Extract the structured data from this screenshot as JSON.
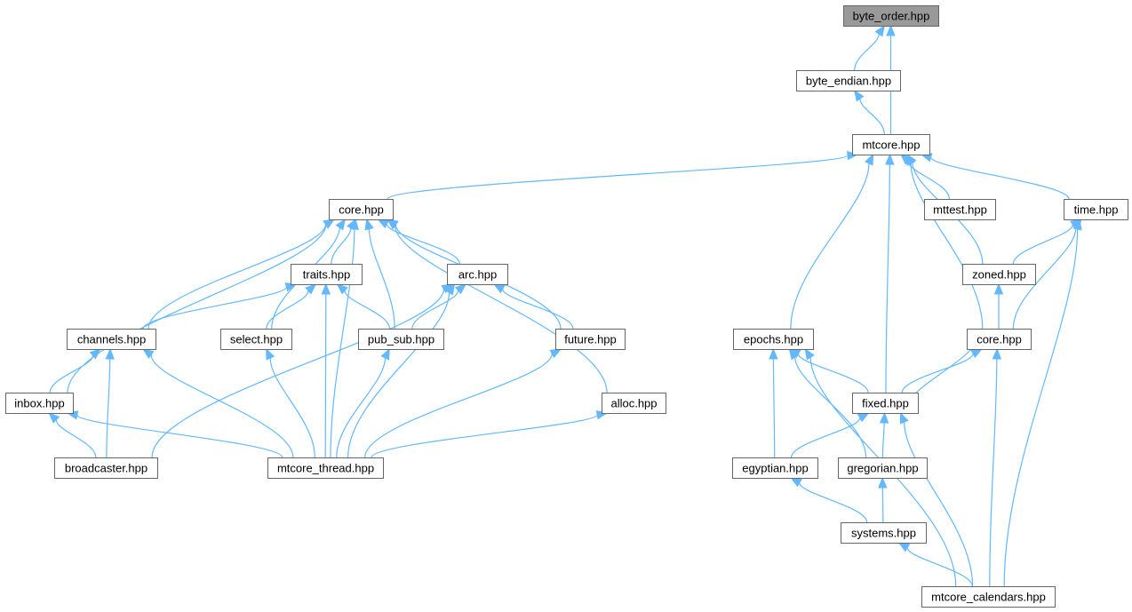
{
  "diagram": {
    "nodes": [
      {
        "id": "byte_order",
        "label": "byte_order.hpp",
        "highlighted": true
      },
      {
        "id": "byte_endian",
        "label": "byte_endian.hpp"
      },
      {
        "id": "mtcore",
        "label": "mtcore.hpp"
      },
      {
        "id": "core_thread",
        "label": "core.hpp"
      },
      {
        "id": "mttest",
        "label": "mttest.hpp"
      },
      {
        "id": "time",
        "label": "time.hpp"
      },
      {
        "id": "traits",
        "label": "traits.hpp"
      },
      {
        "id": "arc",
        "label": "arc.hpp"
      },
      {
        "id": "zoned",
        "label": "zoned.hpp"
      },
      {
        "id": "channels",
        "label": "channels.hpp"
      },
      {
        "id": "select",
        "label": "select.hpp"
      },
      {
        "id": "pub_sub",
        "label": "pub_sub.hpp"
      },
      {
        "id": "future",
        "label": "future.hpp"
      },
      {
        "id": "epochs",
        "label": "epochs.hpp"
      },
      {
        "id": "core_cal",
        "label": "core.hpp"
      },
      {
        "id": "inbox",
        "label": "inbox.hpp"
      },
      {
        "id": "alloc",
        "label": "alloc.hpp"
      },
      {
        "id": "fixed",
        "label": "fixed.hpp"
      },
      {
        "id": "broadcaster",
        "label": "broadcaster.hpp"
      },
      {
        "id": "mtcore_thread",
        "label": "mtcore_thread.hpp"
      },
      {
        "id": "egyptian",
        "label": "egyptian.hpp"
      },
      {
        "id": "gregorian",
        "label": "gregorian.hpp"
      },
      {
        "id": "systems",
        "label": "systems.hpp"
      },
      {
        "id": "mtcore_calendars",
        "label": "mtcore_calendars.hpp"
      }
    ],
    "edges": [
      {
        "from": "byte_endian",
        "to": "byte_order"
      },
      {
        "from": "mtcore",
        "to": "byte_order"
      },
      {
        "from": "mtcore",
        "to": "byte_endian"
      },
      {
        "from": "core_thread",
        "to": "mtcore"
      },
      {
        "from": "mttest",
        "to": "mtcore"
      },
      {
        "from": "time",
        "to": "mtcore"
      },
      {
        "from": "zoned",
        "to": "mtcore"
      },
      {
        "from": "epochs",
        "to": "mtcore"
      },
      {
        "from": "fixed",
        "to": "mtcore"
      },
      {
        "from": "core_cal",
        "to": "mtcore"
      },
      {
        "from": "traits",
        "to": "core_thread"
      },
      {
        "from": "arc",
        "to": "core_thread"
      },
      {
        "from": "channels",
        "to": "core_thread"
      },
      {
        "from": "select",
        "to": "core_thread"
      },
      {
        "from": "pub_sub",
        "to": "core_thread"
      },
      {
        "from": "future",
        "to": "core_thread"
      },
      {
        "from": "inbox",
        "to": "core_thread"
      },
      {
        "from": "alloc",
        "to": "core_thread"
      },
      {
        "from": "mtcore_thread",
        "to": "core_thread"
      },
      {
        "from": "channels",
        "to": "traits"
      },
      {
        "from": "select",
        "to": "traits"
      },
      {
        "from": "pub_sub",
        "to": "traits"
      },
      {
        "from": "mtcore_thread",
        "to": "traits"
      },
      {
        "from": "pub_sub",
        "to": "arc"
      },
      {
        "from": "future",
        "to": "arc"
      },
      {
        "from": "broadcaster",
        "to": "arc"
      },
      {
        "from": "mtcore_thread",
        "to": "arc"
      },
      {
        "from": "inbox",
        "to": "channels"
      },
      {
        "from": "broadcaster",
        "to": "channels"
      },
      {
        "from": "mtcore_thread",
        "to": "channels"
      },
      {
        "from": "mtcore_thread",
        "to": "select"
      },
      {
        "from": "mtcore_thread",
        "to": "pub_sub"
      },
      {
        "from": "mtcore_thread",
        "to": "future"
      },
      {
        "from": "broadcaster",
        "to": "inbox"
      },
      {
        "from": "mtcore_thread",
        "to": "inbox"
      },
      {
        "from": "mtcore_thread",
        "to": "alloc"
      },
      {
        "from": "zoned",
        "to": "time"
      },
      {
        "from": "core_cal",
        "to": "time"
      },
      {
        "from": "mtcore_calendars",
        "to": "time"
      },
      {
        "from": "core_cal",
        "to": "zoned"
      },
      {
        "from": "fixed",
        "to": "core_cal"
      },
      {
        "from": "mtcore_calendars",
        "to": "core_cal"
      },
      {
        "from": "fixed",
        "to": "epochs"
      },
      {
        "from": "egyptian",
        "to": "epochs"
      },
      {
        "from": "gregorian",
        "to": "epochs"
      },
      {
        "from": "mtcore_calendars",
        "to": "epochs"
      },
      {
        "from": "core_cal",
        "to": "fixed"
      },
      {
        "from": "egyptian",
        "to": "fixed"
      },
      {
        "from": "gregorian",
        "to": "fixed"
      },
      {
        "from": "mtcore_calendars",
        "to": "fixed"
      },
      {
        "from": "systems",
        "to": "egyptian"
      },
      {
        "from": "systems",
        "to": "gregorian"
      },
      {
        "from": "mtcore_calendars",
        "to": "systems"
      }
    ]
  }
}
